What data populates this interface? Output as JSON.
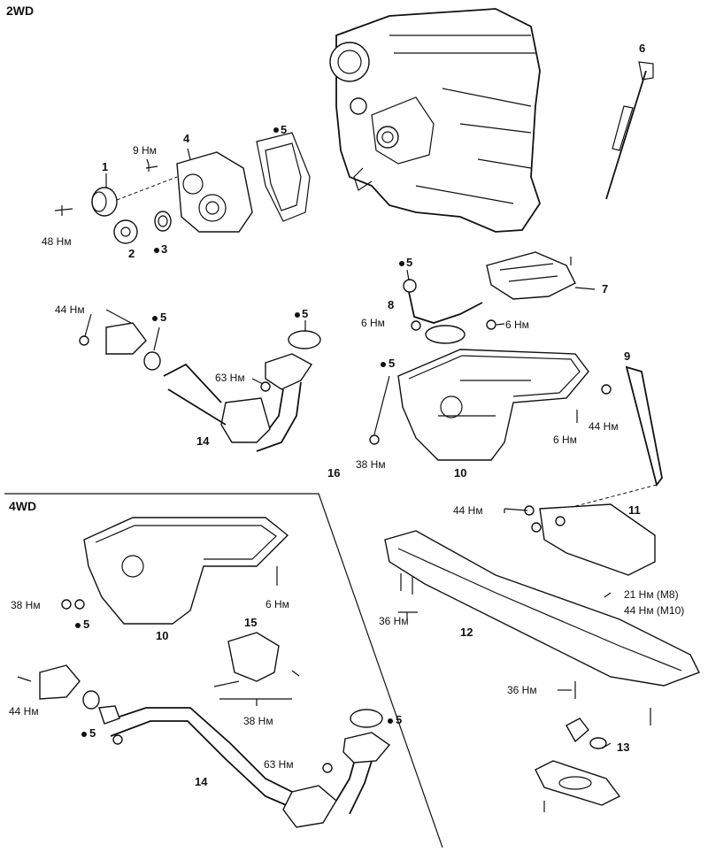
{
  "sections": {
    "two_wd": "2WD",
    "four_wd": "4WD"
  },
  "callouts": {
    "p1": "1",
    "p2": "2",
    "p3": "3",
    "p4": "4",
    "p5": "5",
    "p6": "6",
    "p7": "7",
    "p8": "8",
    "p9": "9",
    "p10": "10",
    "p11": "11",
    "p12": "12",
    "p13": "13",
    "p14": "14",
    "p15": "15",
    "p16": "16"
  },
  "torques": {
    "nm9": "9 Нм",
    "nm48": "48 Нм",
    "nm44": "44 Нм",
    "nm63": "63 Нм",
    "nm6": "6 Нм",
    "nm38": "38 Нм",
    "nm36": "36 Нм",
    "m8": "21 Нм (M8)",
    "m10": "44 Нм (M10)"
  }
}
